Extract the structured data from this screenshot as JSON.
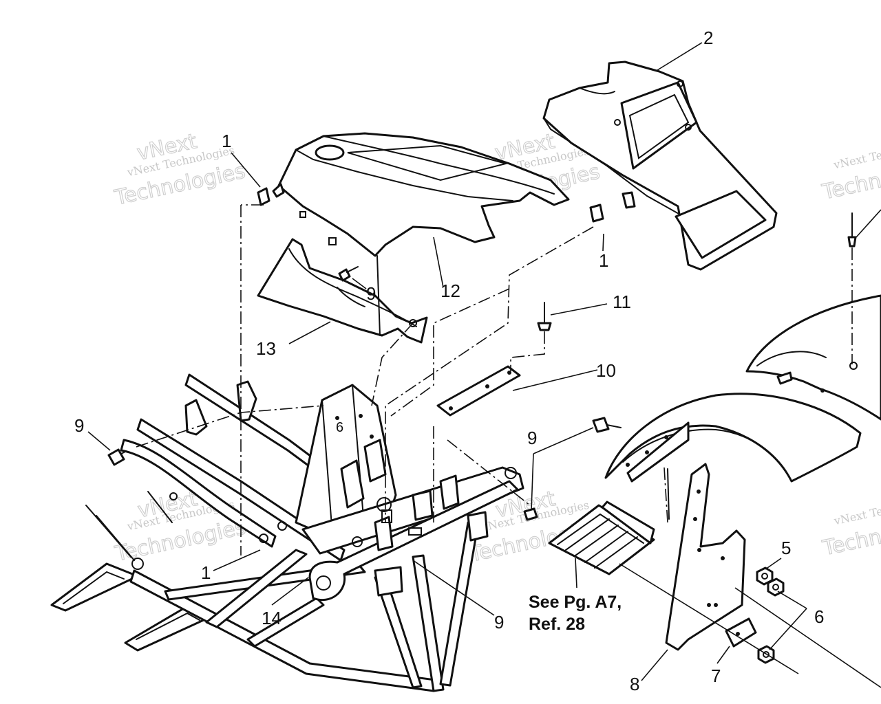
{
  "callouts": [
    {
      "id": "1a",
      "text": "1"
    },
    {
      "id": "1b",
      "text": "1"
    },
    {
      "id": "1c",
      "text": "1"
    },
    {
      "id": "2",
      "text": "2"
    },
    {
      "id": "5",
      "text": "5"
    },
    {
      "id": "6",
      "text": "6"
    },
    {
      "id": "7",
      "text": "7"
    },
    {
      "id": "8",
      "text": "8"
    },
    {
      "id": "9a",
      "text": "9"
    },
    {
      "id": "9b",
      "text": "9"
    },
    {
      "id": "9c",
      "text": "9"
    },
    {
      "id": "9d",
      "text": "9"
    },
    {
      "id": "10",
      "text": "10"
    },
    {
      "id": "11",
      "text": "11"
    },
    {
      "id": "12",
      "text": "12"
    },
    {
      "id": "13",
      "text": "13"
    },
    {
      "id": "14",
      "text": "14"
    }
  ],
  "note": {
    "line1": "See Pg. A7,",
    "line2": "Ref. 28"
  },
  "watermark": {
    "small": "vNext Technologies",
    "large_1": "vNext",
    "large_2": "Technologies",
    "edge_small": "vNext Te",
    "edge_large": "Techno"
  },
  "colors": {
    "line": "#111111",
    "background": "#ffffff",
    "watermark": "#c8c8c8"
  }
}
